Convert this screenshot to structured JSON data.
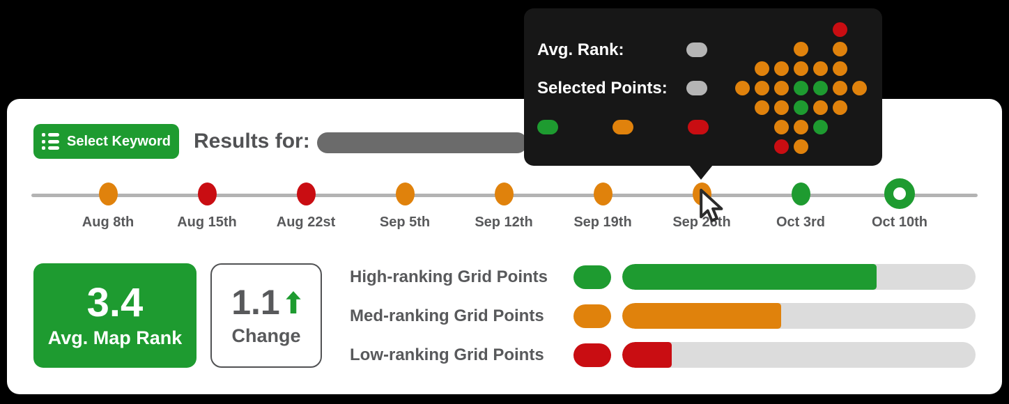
{
  "colors": {
    "green": "#1e9b30",
    "orange": "#e0820c",
    "red": "#c90d12",
    "gray_pill": "#b5b5b5",
    "results_pill": "#6b6b6b",
    "track": "#dcdcdc",
    "line": "#b3b3b3",
    "text": "#58595b",
    "tooltip_bg": "#171717"
  },
  "header": {
    "select_keyword_button": "Select Keyword",
    "results_for_label": "Results for:"
  },
  "tooltip": {
    "avg_rank_label": "Avg. Rank:",
    "selected_points_label": "Selected Points:",
    "legend": [
      "green",
      "orange",
      "red"
    ],
    "grid": [
      ".....r.",
      "...o.o.",
      ".ooooo.",
      "oooggoo",
      ".oogoo.",
      "..oog..",
      "..ro..."
    ]
  },
  "timeline": {
    "points": [
      {
        "label": "Aug 8th",
        "color": "orange",
        "variant": "dot"
      },
      {
        "label": "Aug 15th",
        "color": "red",
        "variant": "dot"
      },
      {
        "label": "Aug 22st",
        "color": "red",
        "variant": "dot"
      },
      {
        "label": "Sep 5th",
        "color": "orange",
        "variant": "dot"
      },
      {
        "label": "Sep 12th",
        "color": "orange",
        "variant": "dot"
      },
      {
        "label": "Sep 19th",
        "color": "orange",
        "variant": "dot"
      },
      {
        "label": "Sep 26th",
        "color": "orange",
        "variant": "dot",
        "hovered": true
      },
      {
        "label": "Oct 3rd",
        "color": "green",
        "variant": "dot"
      },
      {
        "label": "Oct 10th",
        "color": "green",
        "variant": "ring"
      }
    ]
  },
  "stats": {
    "avg_map_rank_value": "3.4",
    "avg_map_rank_label": "Avg. Map Rank",
    "change_value": "1.1",
    "change_label": "Change",
    "change_direction": "up"
  },
  "bars": {
    "rows": [
      {
        "label": "High-ranking Grid Points",
        "color": "green",
        "percent": 72
      },
      {
        "label": "Med-ranking Grid Points",
        "color": "orange",
        "percent": 45
      },
      {
        "label": "Low-ranking Grid Points",
        "color": "red",
        "percent": 14
      }
    ]
  }
}
